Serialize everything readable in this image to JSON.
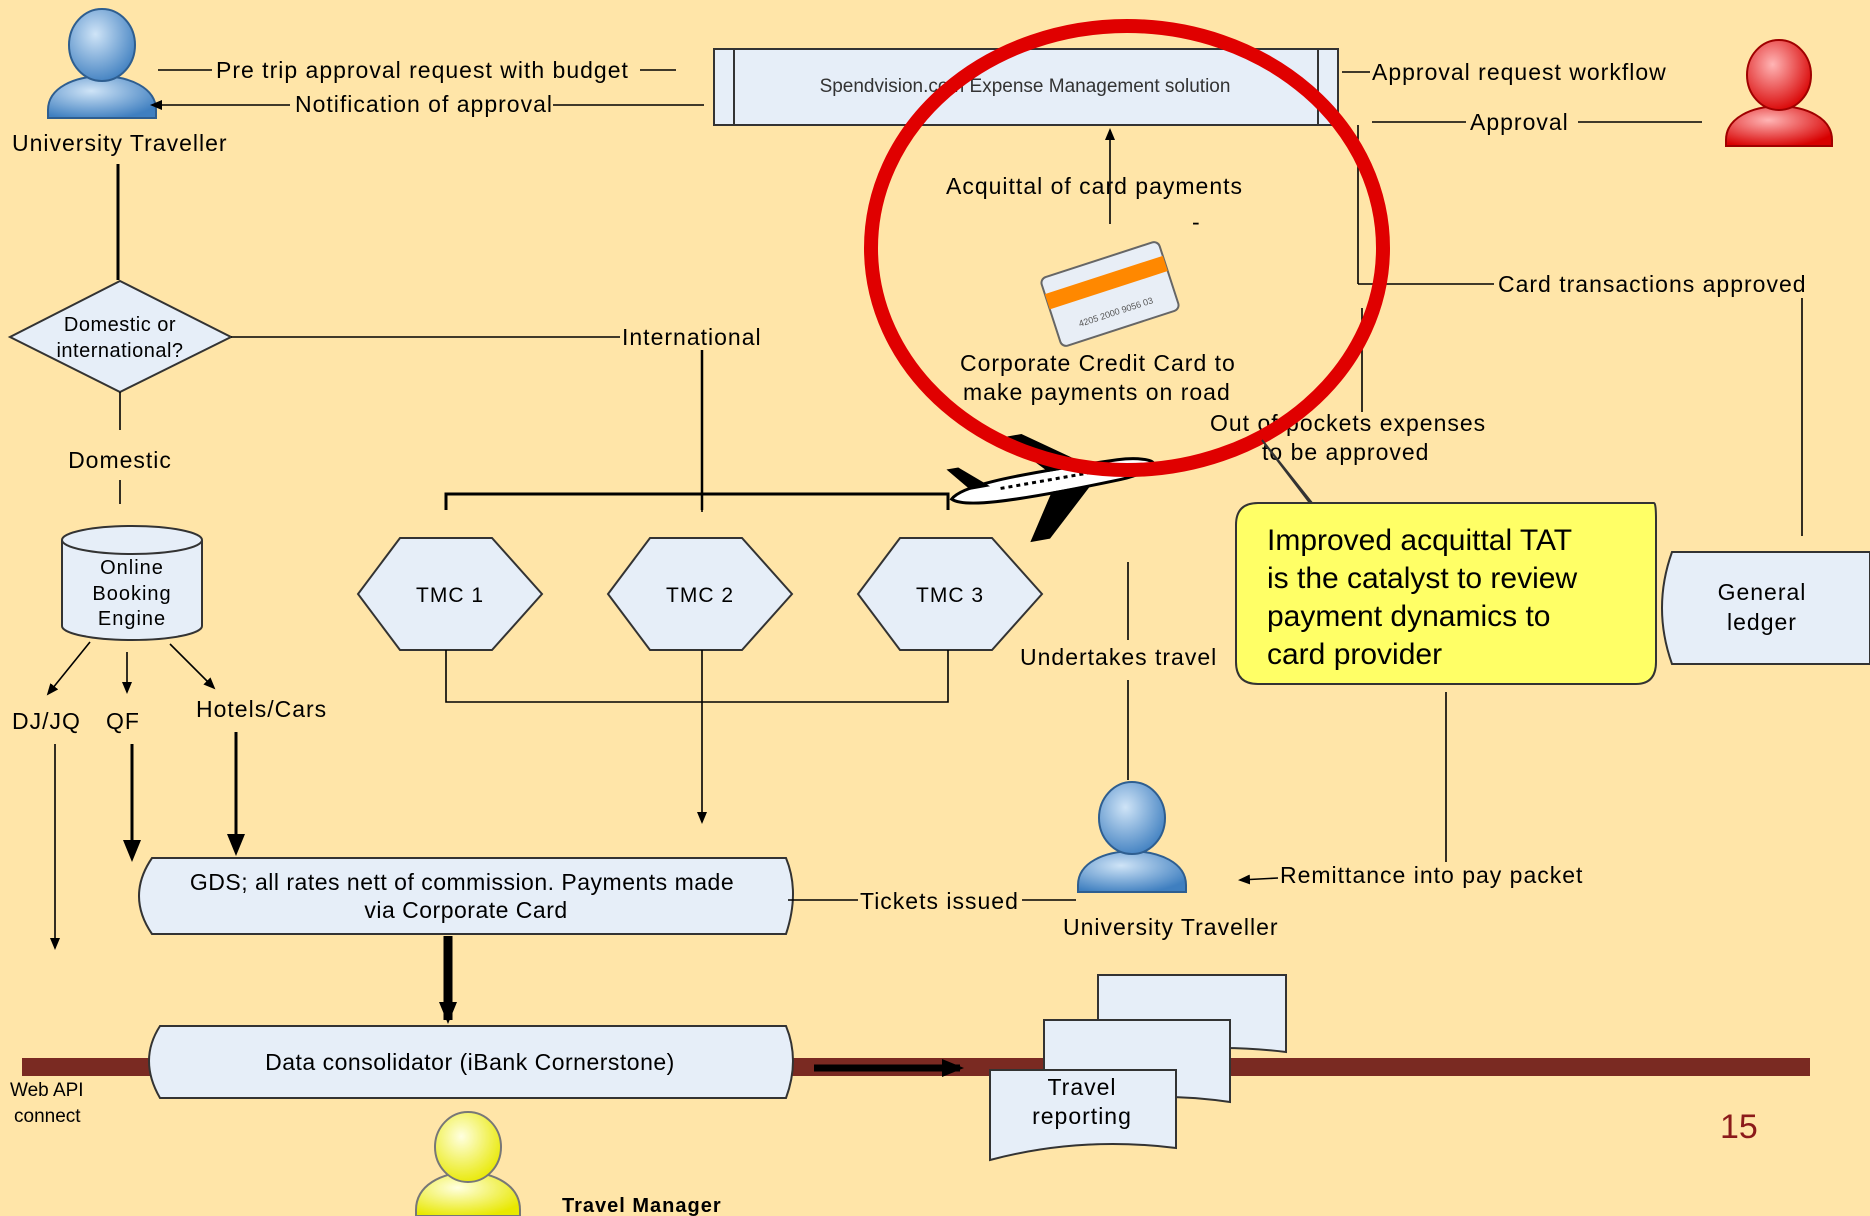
{
  "colors": {
    "background": "#FFE5A8",
    "box_fill": "#E6EEF8",
    "callout_fill": "#FFFF66",
    "circle": "#E00000",
    "bar": "#7A2A22",
    "slide_number": "#8B1A1A"
  },
  "top": {
    "spendvision": "Spendvision.com Expense Management solution",
    "pre_trip": "Pre trip approval request with budget",
    "notification": "Notification of approval",
    "traveller": "University Traveller",
    "approval_workflow": "Approval request workflow",
    "approval": "Approval",
    "card_tx_approved": "Card transactions approved"
  },
  "card": {
    "acquittal": "Acquittal of card payments",
    "line1": "Corporate Credit Card to",
    "line2": "make payments on road",
    "number": "4205 2000 9056 03",
    "dash": "-"
  },
  "oop": {
    "line1": "Out of pockets expenses",
    "line2": "to be approved"
  },
  "decision": {
    "line1": "Domestic or",
    "line2": "international?",
    "international": "International",
    "domestic": "Domestic"
  },
  "obe": {
    "line1": "Online",
    "line2": "Booking",
    "line3": "Engine",
    "dj": "DJ/JQ",
    "qf": "QF",
    "hotels": "Hotels/Cars"
  },
  "tmcs": [
    "TMC 1",
    "TMC 2",
    "TMC 3"
  ],
  "undertakes": "Undertakes travel",
  "callout": {
    "line1": "Improved acquittal TAT",
    "line2": "is the catalyst to review",
    "line3": "payment dynamics to",
    "line4": "card provider"
  },
  "general_ledger": {
    "line1": "General",
    "line2": "ledger"
  },
  "gds": {
    "line1": "GDS; all rates nett of commission. Payments made",
    "line2": "via Corporate Card"
  },
  "tickets": "Tickets issued",
  "traveller2": "University Traveller",
  "remittance": "Remittance into pay packet",
  "consolidator": "Data consolidator (iBank Cornerstone)",
  "web_api": {
    "line1": "Web API",
    "line2": "connect"
  },
  "reporting": {
    "line1": "Travel",
    "line2": "reporting"
  },
  "travel_manager": "Travel Manager",
  "slide_number": "15",
  "icons": [
    "person-blue-icon",
    "person-red-icon",
    "person-yellow-icon",
    "credit-card-icon",
    "airplane-icon"
  ]
}
